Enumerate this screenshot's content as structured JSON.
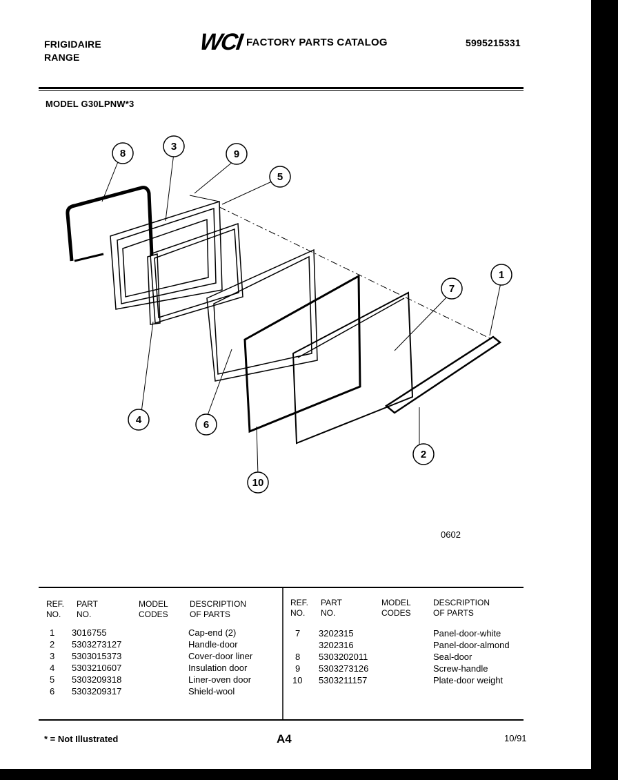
{
  "header": {
    "brand": "FRIGIDAIRE",
    "product": "RANGE",
    "logo": "WCI",
    "catalog_title": "FACTORY PARTS CATALOG",
    "catalog_number": "5995215331",
    "model": "MODEL G30LPNW*3"
  },
  "diagram": {
    "callouts": [
      "1",
      "2",
      "3",
      "4",
      "5",
      "6",
      "7",
      "8",
      "9",
      "10"
    ],
    "code": "0602"
  },
  "table": {
    "headers": {
      "ref": [
        "REF.",
        "NO."
      ],
      "part": [
        "PART",
        "NO."
      ],
      "model": [
        "MODEL",
        "CODES"
      ],
      "desc": [
        "DESCRIPTION",
        "OF PARTS"
      ]
    },
    "left": [
      {
        "ref": "1",
        "part": "3016755",
        "code": "",
        "desc": "Cap-end (2)"
      },
      {
        "ref": "2",
        "part": "5303273127",
        "code": "",
        "desc": "Handle-door"
      },
      {
        "ref": "3",
        "part": "5303015373",
        "code": "",
        "desc": "Cover-door liner"
      },
      {
        "ref": "4",
        "part": "5303210607",
        "code": "",
        "desc": "Insulation door"
      },
      {
        "ref": "5",
        "part": "5303209318",
        "code": "",
        "desc": "Liner-oven door"
      },
      {
        "ref": "6",
        "part": "5303209317",
        "code": "",
        "desc": "Shield-wool"
      }
    ],
    "right": [
      {
        "ref": "7",
        "part": "3202315",
        "code": "",
        "desc": "Panel-door-white"
      },
      {
        "ref": "",
        "part": "3202316",
        "code": "",
        "desc": "Panel-door-almond"
      },
      {
        "ref": "8",
        "part": "5303202011",
        "code": "",
        "desc": "Seal-door"
      },
      {
        "ref": "9",
        "part": "5303273126",
        "code": "",
        "desc": "Screw-handle"
      },
      {
        "ref": "10",
        "part": "5303211157",
        "code": "",
        "desc": "Plate-door weight"
      }
    ]
  },
  "footer": {
    "note": "* = Not Illustrated",
    "page": "A4",
    "date": "10/91"
  }
}
